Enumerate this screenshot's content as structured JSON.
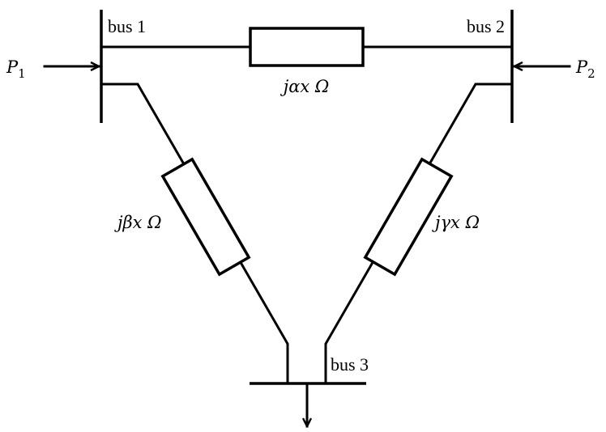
{
  "diagram": {
    "title": "Three-bus power network",
    "buses": [
      {
        "id": "bus1",
        "label": "bus 1"
      },
      {
        "id": "bus2",
        "label": "bus 2"
      },
      {
        "id": "bus3",
        "label": "bus 3"
      }
    ],
    "injections": [
      {
        "bus": "bus1",
        "symbol": "P",
        "subscript": "1",
        "direction": "into bus"
      },
      {
        "bus": "bus2",
        "symbol": "P",
        "subscript": "2",
        "direction": "into bus"
      }
    ],
    "load": {
      "bus": "bus3",
      "direction": "out of bus"
    },
    "lines": [
      {
        "from": "bus1",
        "to": "bus2",
        "impedance_label": "jαx Ω"
      },
      {
        "from": "bus1",
        "to": "bus3",
        "impedance_label": "jβx Ω"
      },
      {
        "from": "bus2",
        "to": "bus3",
        "impedance_label": "jγx Ω"
      }
    ]
  }
}
